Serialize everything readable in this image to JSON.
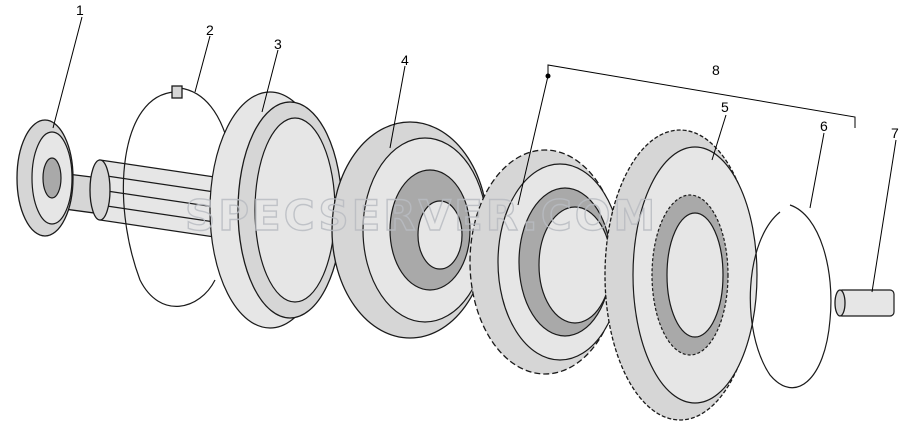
{
  "diagram": {
    "callouts": [
      "1",
      "2",
      "3",
      "4",
      "5",
      "6",
      "7",
      "8"
    ],
    "watermark": "SPECSERVER.COM"
  }
}
